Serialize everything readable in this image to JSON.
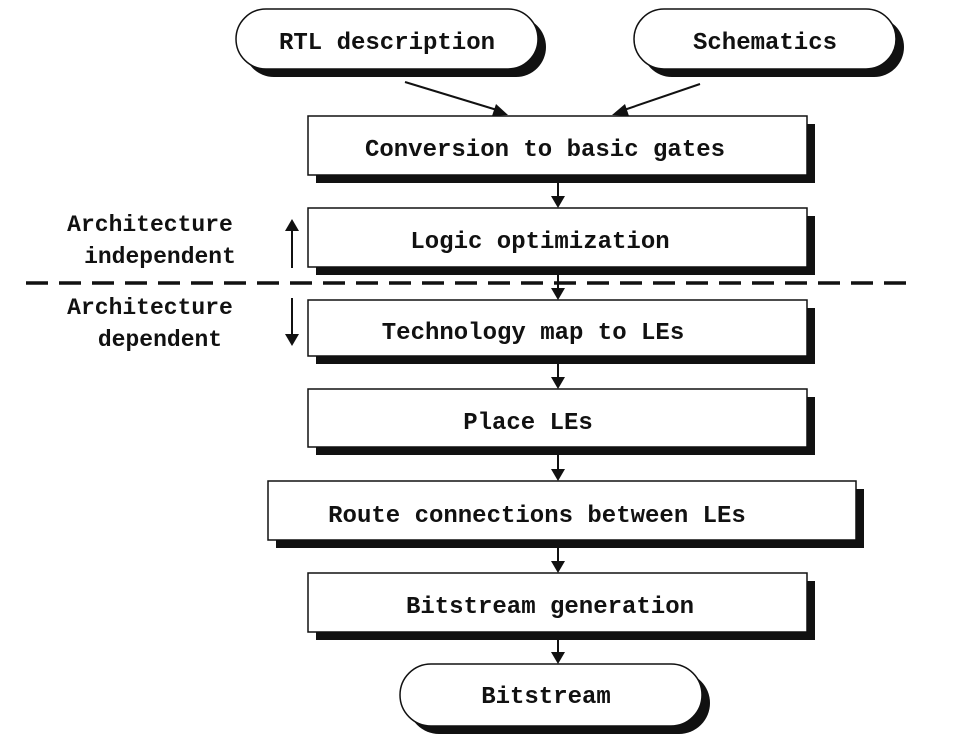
{
  "inputs": {
    "rtl_description": "RTL description",
    "schematics": "Schematics"
  },
  "steps": {
    "conversion": "Conversion to basic gates",
    "logic_optimization": "Logic optimization",
    "technology_map": "Technology map to LEs",
    "place": "Place LEs",
    "route": "Route connections between LEs",
    "bitstream_generation": "Bitstream generation"
  },
  "output": {
    "bitstream": "Bitstream"
  },
  "regions": {
    "independent": {
      "line1": "Architecture",
      "line2": "independent",
      "icon": "arrow-up-icon"
    },
    "dependent": {
      "line1": "Architecture",
      "line2": "dependent",
      "icon": "arrow-down-icon"
    }
  },
  "colors": {
    "ink": "#111111",
    "background": "#ffffff"
  }
}
